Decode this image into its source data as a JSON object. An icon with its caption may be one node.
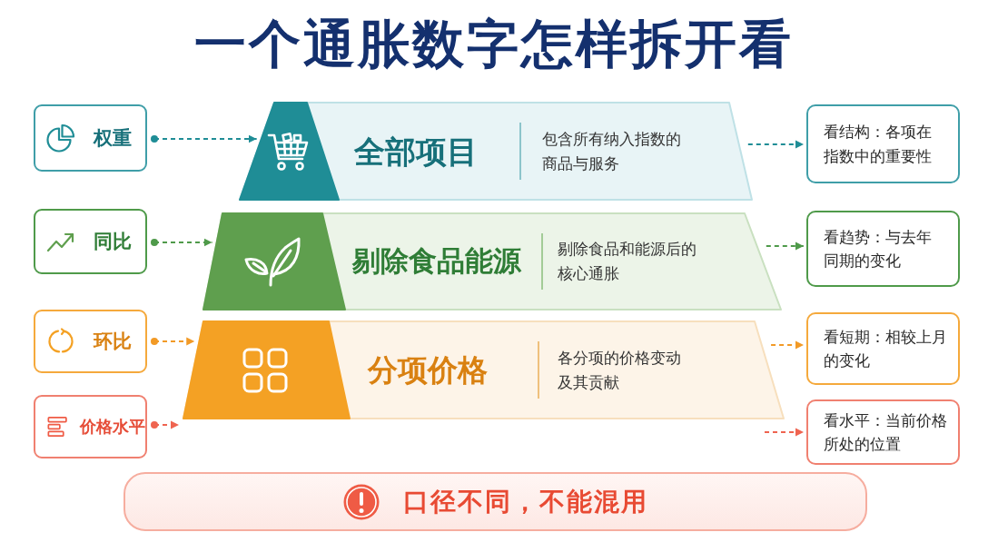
{
  "diagram": {
    "title": "一个通胀数字怎样拆开看",
    "nodes": [
      {
        "text": [
          "权重"
        ]
      },
      {
        "text": [
          "全部项目",
          "包含所有纳入指数的商品与服务"
        ]
      },
      {
        "text": [
          "看结构：各项在指数中的重要性"
        ]
      },
      {
        "text": [
          "同比"
        ]
      },
      {
        "text": [
          "剔除食品能源",
          "剔除食品和能源后的核心通胀"
        ]
      },
      {
        "text": [
          "看趋势：与去年同期的变化"
        ]
      },
      {
        "text": [
          "环比"
        ]
      },
      {
        "text": [
          "分项价格",
          "各分项的价格变动及其贡献"
        ]
      },
      {
        "text": [
          "看短期：相较上月的变化"
        ]
      },
      {
        "text": [
          "价格水平"
        ]
      },
      {
        "text": [
          "看水平：当前价格所处的位置"
        ]
      },
      {
        "text": [
          "口径不同，不能混用"
        ]
      }
    ],
    "edges": [
      {
        "from": 0,
        "to": 1,
        "arrow": "to",
        "style": "dashed",
        "color": "#1f8d96"
      },
      {
        "from": 1,
        "to": 2,
        "arrow": "to",
        "style": "dashed",
        "color": "#1f8d96"
      },
      {
        "from": 3,
        "to": 4,
        "arrow": "to",
        "style": "dashed",
        "color": "#4f9a4a"
      },
      {
        "from": 4,
        "to": 5,
        "arrow": "to",
        "style": "dashed",
        "color": "#4f9a4a"
      },
      {
        "from": 6,
        "to": 7,
        "arrow": "to",
        "style": "dashed",
        "color": "#f29a26"
      },
      {
        "from": 7,
        "to": 8,
        "arrow": "to",
        "style": "dashed",
        "color": "#f29a26"
      },
      {
        "from": 9,
        "to": 7,
        "arrow": "to",
        "style": "dashed",
        "color": "#ef6450"
      },
      {
        "from": null,
        "to": 10,
        "arrow": "to",
        "style": "dashed",
        "color": "#ef6450"
      }
    ]
  }
}
